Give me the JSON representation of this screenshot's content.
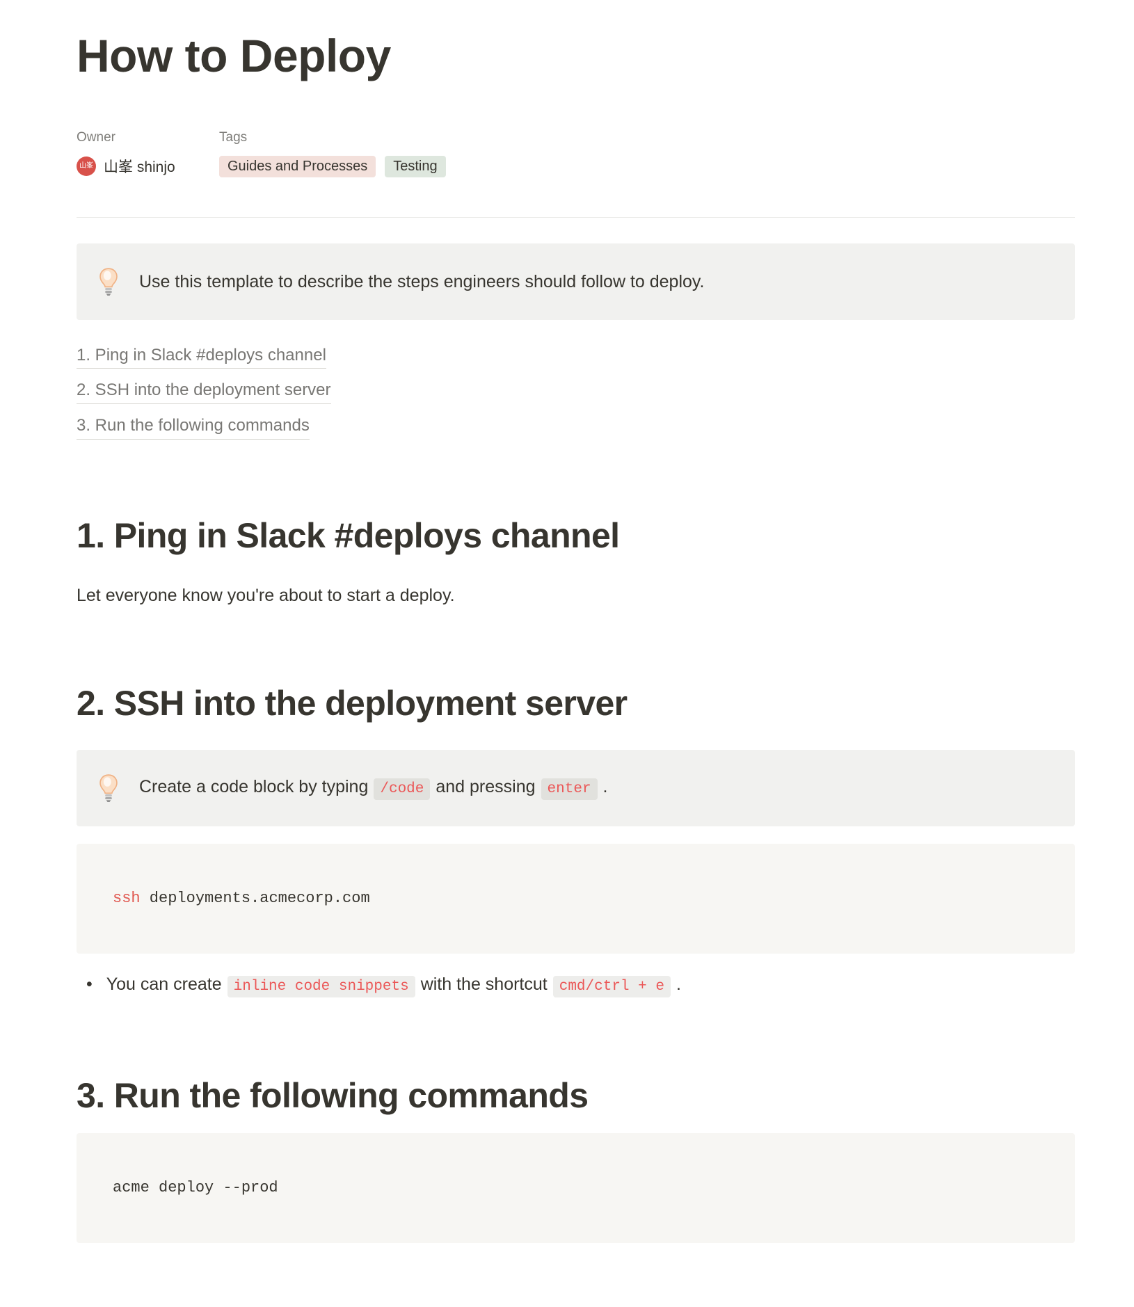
{
  "page": {
    "title": "How to Deploy"
  },
  "properties": {
    "owner": {
      "label": "Owner",
      "avatar_text": "山峯",
      "avatar_color": "#D8514A",
      "name": "山峯 shinjo"
    },
    "tags": {
      "label": "Tags",
      "items": [
        {
          "label": "Guides and Processes",
          "bg": "#F3E0DB"
        },
        {
          "label": "Testing",
          "bg": "#DEE7DE"
        }
      ]
    }
  },
  "callouts": [
    {
      "icon": "lightbulb-icon",
      "bg": "#F1F1EF",
      "text": "Use this template to describe the steps engineers should follow to deploy."
    },
    {
      "icon": "lightbulb-icon",
      "bg": "#F1F1EF",
      "text_before": "Create a code block by typing",
      "code_1": "/code",
      "text_middle": "and pressing",
      "code_2": "enter",
      "text_after": "."
    }
  ],
  "toc": [
    "1. Ping in Slack #deploys channel",
    "2. SSH into the deployment server",
    "3. Run the following commands"
  ],
  "sections": [
    {
      "heading": "1. Ping in Slack #deploys channel",
      "paragraph": "Let everyone know you're about to start a deploy."
    },
    {
      "heading": "2. SSH into the deployment server"
    },
    {
      "heading": "3. Run the following commands"
    }
  ],
  "code_blocks": [
    {
      "command": "ssh",
      "command_color": "#E0574F",
      "args": " deployments.acmecorp.com"
    },
    {
      "line": "acme deploy --prod"
    }
  ],
  "bullet": {
    "text_1": "You can create",
    "code_1": "inline code snippets",
    "text_2": "with the shortcut",
    "code_2": "cmd/ctrl + e",
    "text_3": "."
  },
  "colors": {
    "text_primary": "#37352F",
    "text_muted": "#787774",
    "inline_code_red": "#EB5757",
    "callout_bg": "#F1F1EF",
    "code_block_bg": "#F7F6F3"
  }
}
